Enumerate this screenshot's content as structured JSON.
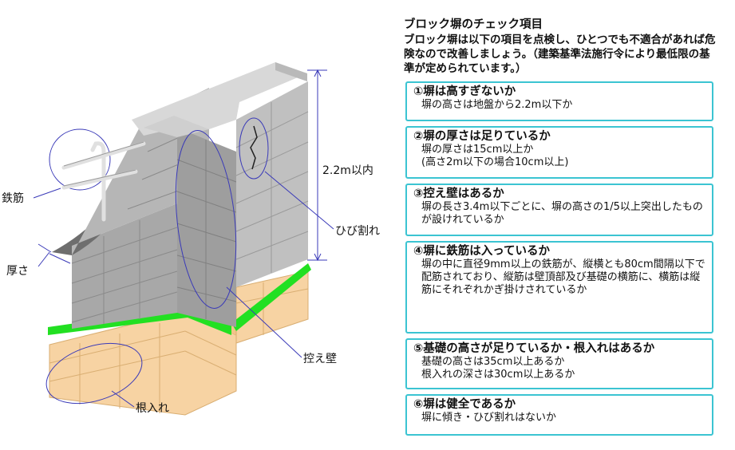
{
  "diagram": {
    "labels": {
      "rebar": "鉄筋",
      "thickness": "厚さ",
      "height": "2.2m以内",
      "crack": "ひび割れ",
      "buttress": "控え壁",
      "embedment": "根入れ"
    },
    "colors": {
      "block_face": "#a8a8a8",
      "block_dark": "#6e6e6e",
      "block_light": "#c9c9c9",
      "ground_line": "#22e022",
      "foundation": "#f7d3a3",
      "callout": "#3a3ab8"
    }
  },
  "panel": {
    "title": "ブロック塀のチェック項目",
    "intro": "ブロック塀は以下の項目を点検し、ひとつでも不適合があれば危険なので改善しましょう。（建築基準法施行令により最低限の基準が定められています。）",
    "items": [
      {
        "heading": "①塀は高すぎないか",
        "body": "塀の高さは地盤から2.2m以下か"
      },
      {
        "heading": "②塀の厚さは足りているか",
        "body": "塀の厚さは15cm以上か\n(高さ2m以下の場合10cm以上)"
      },
      {
        "heading": "③控え壁はあるか",
        "body": "塀の長さ3.4m以下ごとに、塀の高さの1/5以上突出したものが設けれているか"
      },
      {
        "heading": "④塀に鉄筋は入っているか",
        "body": "塀の中に直径9mm以上の鉄筋が、縦横とも80cm間隔以下で配筋されており、縦筋は壁頂部及び基礎の横筋に、横筋は縦筋にそれぞれかぎ掛けされているか"
      },
      {
        "heading": "⑤基礎の高さが足りているか・根入れはあるか",
        "body": "基礎の高さは35cm以上あるか\n根入れの深さは30cm以上あるか"
      },
      {
        "heading": "⑥塀は健全であるか",
        "body": "塀に傾き・ひび割れはないか"
      }
    ]
  }
}
